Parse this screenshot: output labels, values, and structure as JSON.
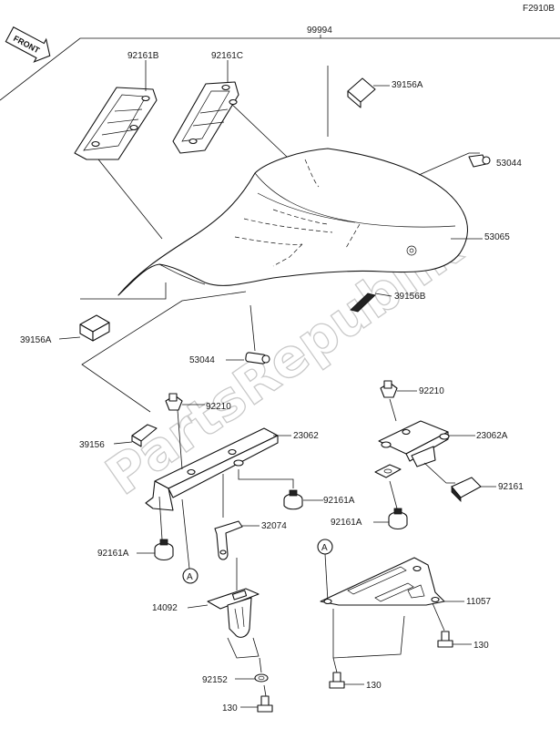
{
  "page": {
    "figure_code": "F2910B",
    "assembly_number": "99994",
    "front_label": "FRONT",
    "watermark": "PartsRepublik"
  },
  "callouts": {
    "c_92161B": "92161B",
    "c_92161C": "92161C",
    "c_39156A_top": "39156A",
    "c_53044": "53044",
    "c_53065": "53065",
    "c_39156B": "39156B",
    "c_39156A_left": "39156A",
    "c_53044_mid": "53044",
    "c_92210_left": "92210",
    "c_92210_right": "92210",
    "c_39156": "39156",
    "c_23062": "23062",
    "c_23062A": "23062A",
    "c_92161": "92161",
    "c_92161A_mid": "92161A",
    "c_92161A_right": "92161A",
    "c_92161A_left": "92161A",
    "c_32074": "32074",
    "c_14092": "14092",
    "c_11057": "11057",
    "c_130_right": "130",
    "c_92152": "92152",
    "c_130_mid": "130",
    "c_130_bottom": "130"
  },
  "markers": {
    "ref_a_left": "A",
    "ref_a_right": "A"
  }
}
